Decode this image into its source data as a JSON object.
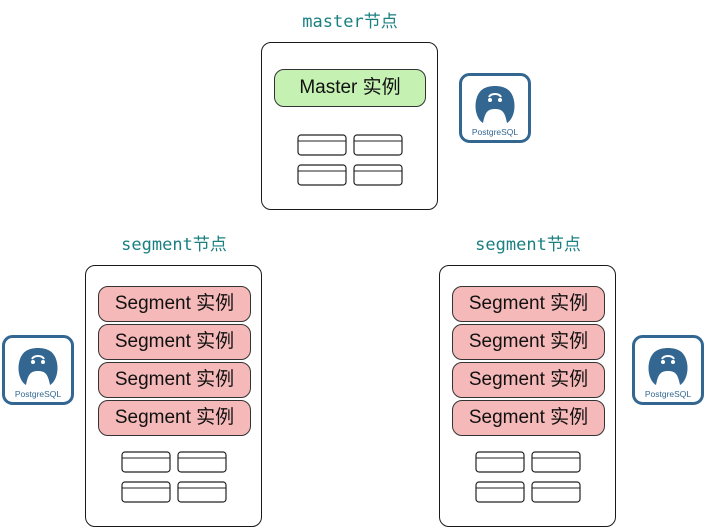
{
  "master": {
    "title": "master节点",
    "instance_label": "Master 实例"
  },
  "segment_left": {
    "title": "segment节点",
    "instances": [
      "Segment 实例",
      "Segment 实例",
      "Segment 实例",
      "Segment 实例"
    ]
  },
  "segment_right": {
    "title": "segment节点",
    "instances": [
      "Segment 实例",
      "Segment 实例",
      "Segment 实例",
      "Segment 实例"
    ]
  },
  "logo": {
    "text": "PostgreSQL"
  },
  "colors": {
    "title_teal": "#1a7f80",
    "master_fill": "#c5f2b2",
    "segment_fill": "#f6b9b9",
    "logo_blue": "#336791"
  }
}
